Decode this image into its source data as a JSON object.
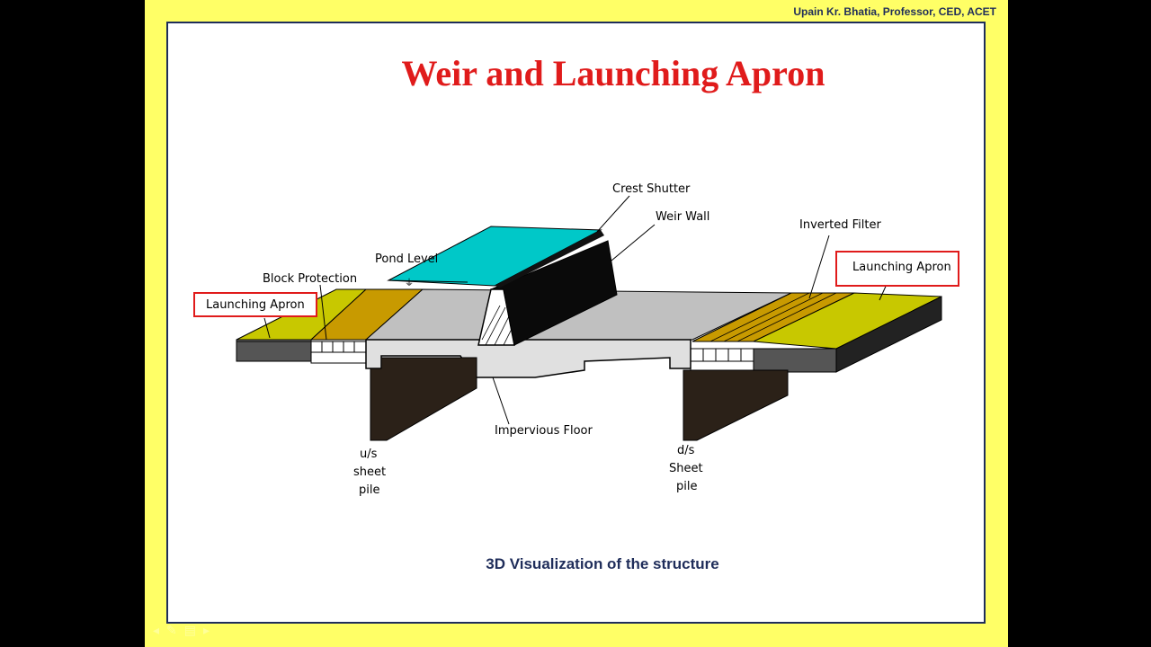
{
  "header": {
    "author": "Upain Kr. Bhatia, Professor, CED, ACET"
  },
  "title": "Weir and Launching Apron",
  "caption": "3D Visualization of the structure",
  "labels": {
    "crest_shutter": "Crest Shutter",
    "weir_wall": "Weir Wall",
    "inverted_filter": "Inverted Filter",
    "launching_apron_right": "Launching Apron",
    "pond_level": "Pond Level",
    "block_protection": "Block Protection",
    "launching_apron_left": "Launching Apron",
    "impervious_floor": "Impervious Floor",
    "us_pile_1": "u/s",
    "us_pile_2": "sheet",
    "us_pile_3": "pile",
    "ds_pile_1": "d/s",
    "ds_pile_2": "Sheet",
    "ds_pile_3": "pile"
  },
  "colors": {
    "title": "#e01b1b",
    "caption": "#1f2d5a",
    "frame_background": "#ffff66",
    "shutter": "#00c8c8",
    "apron": "#c8c800",
    "filter": "#c89a00",
    "floor": "#c8c8c8",
    "pile": "#2b2118",
    "highlight_box": "#e01b1b"
  },
  "nav": {
    "icons": [
      "prev-icon",
      "pen-icon",
      "menu-icon",
      "next-icon"
    ]
  }
}
